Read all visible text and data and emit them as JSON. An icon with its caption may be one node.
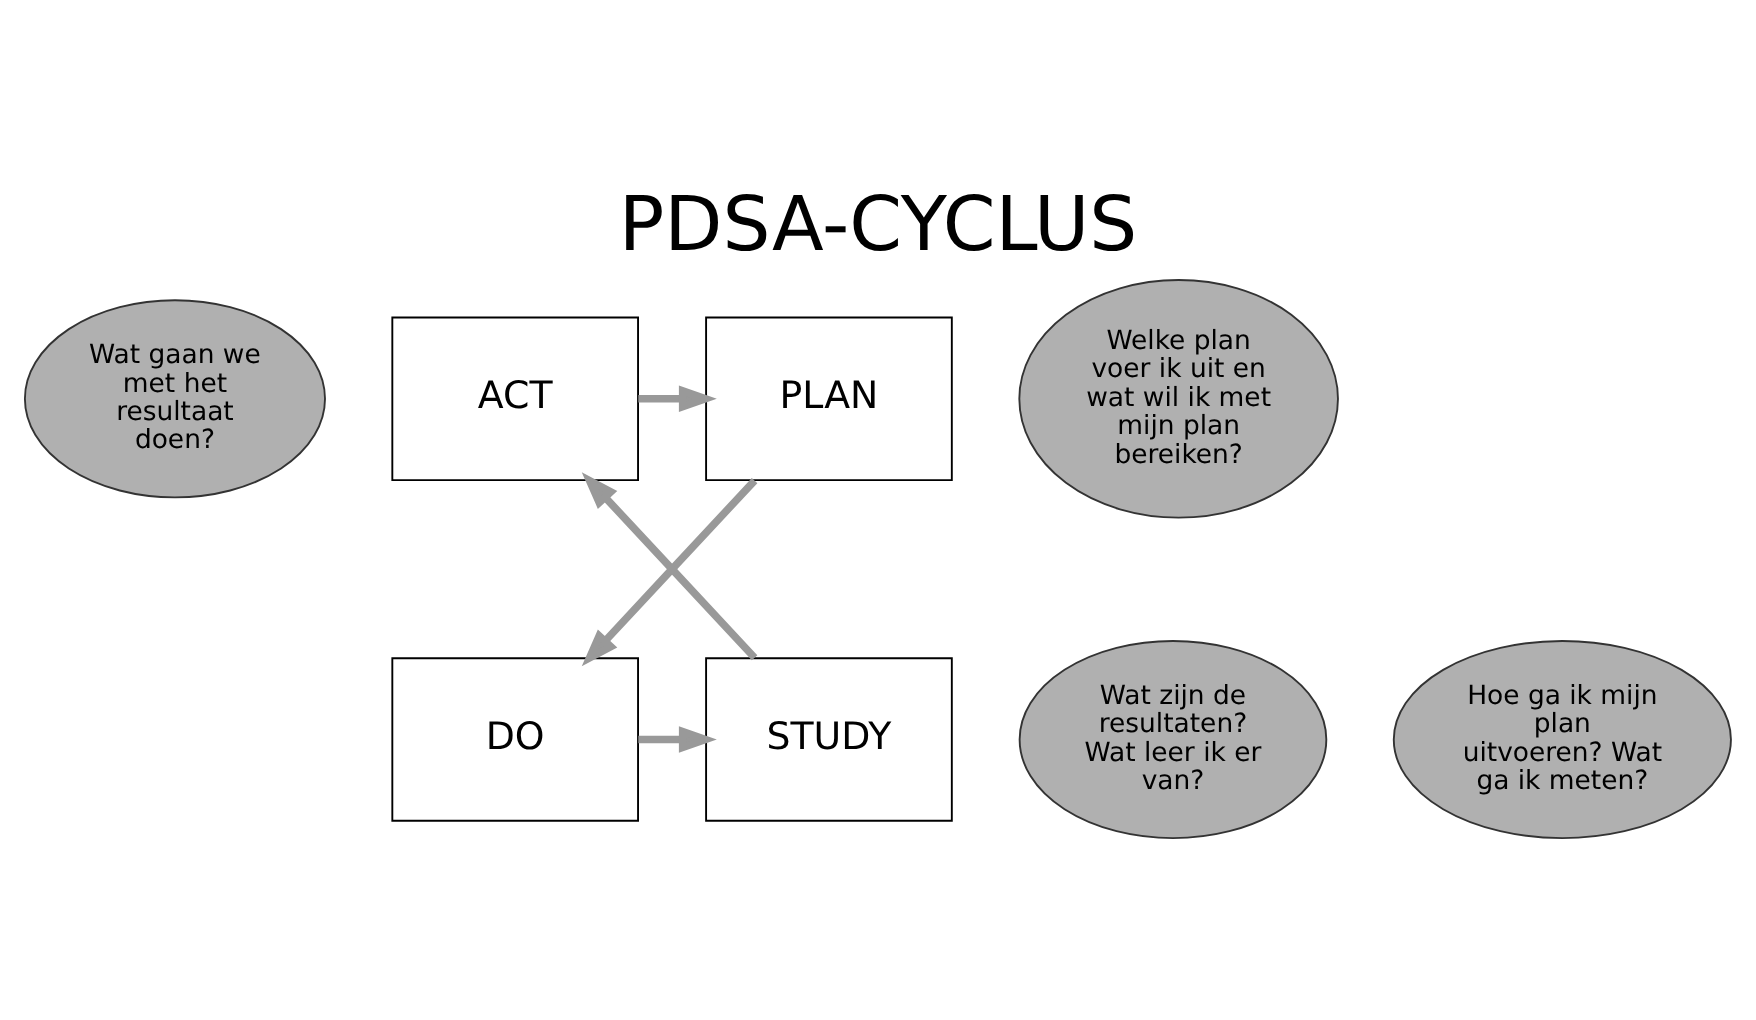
{
  "diagram": {
    "title": "PDSA-CYCLUS",
    "nodes": [
      {
        "text": [
          "Wat gaan we met het resultaat doen?"
        ]
      },
      {
        "text": [
          "Welke plan voer ik uit en wat wil ik met mijn plan bereiken?"
        ]
      },
      {
        "text": [
          "ACT"
        ]
      },
      {
        "text": [
          "PLAN"
        ]
      },
      {
        "text": [
          "Hoe ga ik mijn plan uitvoeren? Wat ga ik meten?"
        ]
      },
      {
        "text": [
          "STUDY"
        ]
      },
      {
        "text": [
          "DO"
        ]
      },
      {
        "text": [
          "Wat zijn de resultaten? Wat leer ik er van?"
        ]
      }
    ],
    "edges": [
      {
        "from": 2,
        "to": 3,
        "arrow": "to"
      },
      {
        "from": 3,
        "to": 6,
        "arrow": "to"
      },
      {
        "from": 6,
        "to": 5,
        "arrow": "to"
      },
      {
        "from": 5,
        "to": 2,
        "arrow": "to"
      }
    ]
  }
}
